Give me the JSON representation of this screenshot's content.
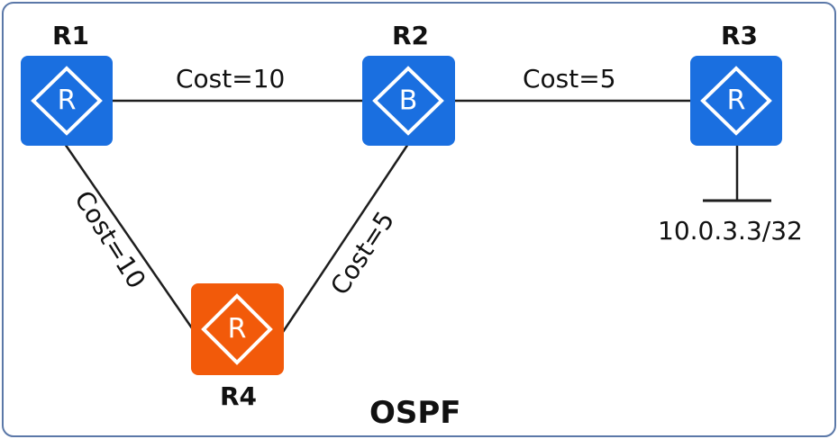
{
  "diagram": {
    "area_label": "OSPF",
    "colors": {
      "frame": "#5b78a8",
      "router_blue": "#1a6fe0",
      "router_orange": "#f25a0a",
      "link": "#1e1e1e"
    },
    "routers": [
      {
        "id": "r1",
        "name": "R1",
        "glyph": "R",
        "color": "router_blue",
        "icon": "router-icon"
      },
      {
        "id": "r2",
        "name": "R2",
        "glyph": "B",
        "color": "router_blue",
        "icon": "router-icon"
      },
      {
        "id": "r3",
        "name": "R3",
        "glyph": "R",
        "color": "router_blue",
        "icon": "router-icon"
      },
      {
        "id": "r4",
        "name": "R4",
        "glyph": "R",
        "color": "router_orange",
        "icon": "router-icon"
      }
    ],
    "links": [
      {
        "id": "r1-r2",
        "cost_label": "Cost=10"
      },
      {
        "id": "r2-r3",
        "cost_label": "Cost=5"
      },
      {
        "id": "r1-r4",
        "cost_label": "Cost=10"
      },
      {
        "id": "r2-r4",
        "cost_label": "Cost=5"
      }
    ],
    "network": {
      "label": "10.0.3.3/32"
    }
  }
}
